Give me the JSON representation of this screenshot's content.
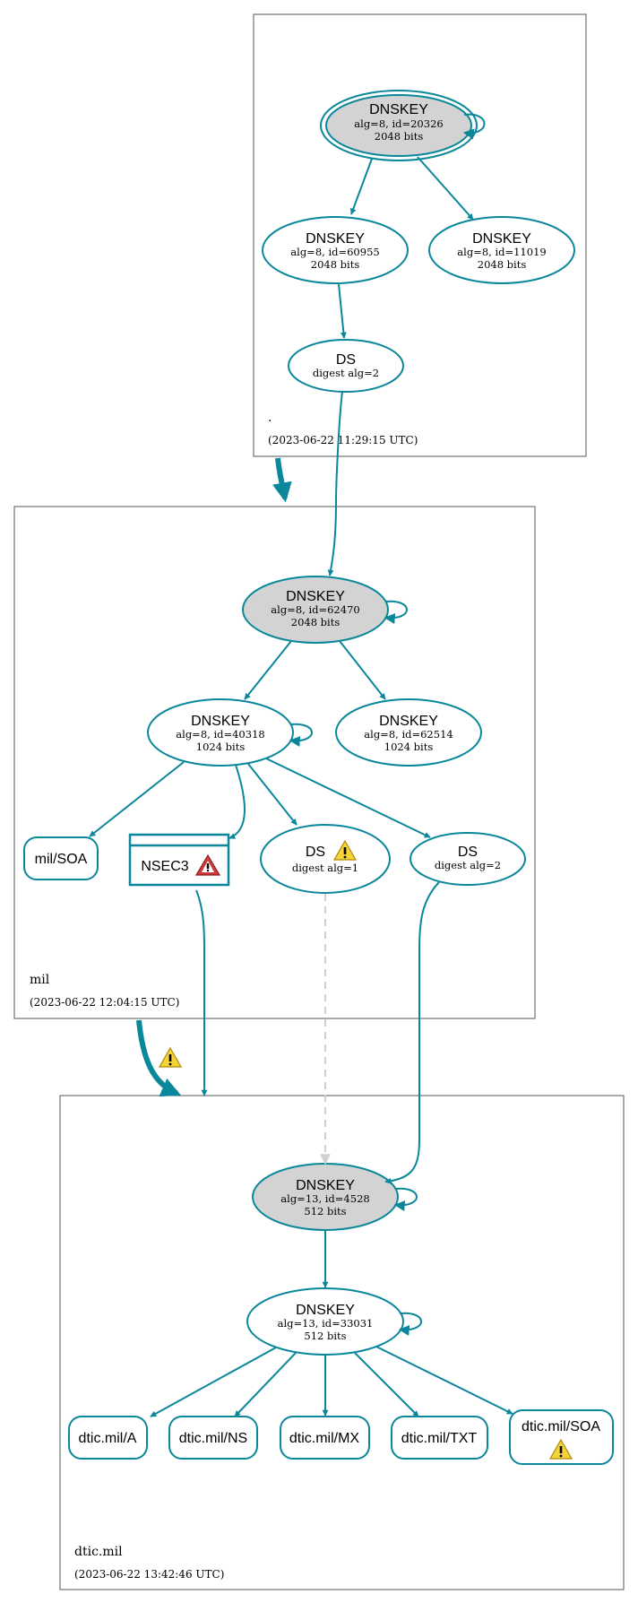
{
  "zones": {
    "root": {
      "name": ".",
      "timestamp": "(2023-06-22 11:29:15 UTC)"
    },
    "mil": {
      "name": "mil",
      "timestamp": "(2023-06-22 12:04:15 UTC)"
    },
    "dtic": {
      "name": "dtic.mil",
      "timestamp": "(2023-06-22 13:42:46 UTC)"
    }
  },
  "nodes": {
    "root_ksk": {
      "title": "DNSKEY",
      "line1": "alg=8, id=20326",
      "line2": "2048 bits"
    },
    "root_zsk1": {
      "title": "DNSKEY",
      "line1": "alg=8, id=60955",
      "line2": "2048 bits"
    },
    "root_zsk2": {
      "title": "DNSKEY",
      "line1": "alg=8, id=11019",
      "line2": "2048 bits"
    },
    "root_ds": {
      "title": "DS",
      "line1": "digest alg=2"
    },
    "mil_ksk": {
      "title": "DNSKEY",
      "line1": "alg=8, id=62470",
      "line2": "2048 bits"
    },
    "mil_zsk1": {
      "title": "DNSKEY",
      "line1": "alg=8, id=40318",
      "line2": "1024 bits"
    },
    "mil_zsk2": {
      "title": "DNSKEY",
      "line1": "alg=8, id=62514",
      "line2": "1024 bits"
    },
    "mil_soa": {
      "label": "mil/SOA"
    },
    "mil_nsec3": {
      "label": "NSEC3"
    },
    "mil_ds1": {
      "title": "DS",
      "line1": "digest alg=1"
    },
    "mil_ds2": {
      "title": "DS",
      "line1": "digest alg=2"
    },
    "dtic_ksk": {
      "title": "DNSKEY",
      "line1": "alg=13, id=4528",
      "line2": "512 bits"
    },
    "dtic_zsk": {
      "title": "DNSKEY",
      "line1": "alg=13, id=33031",
      "line2": "512 bits"
    },
    "dtic_a": {
      "label": "dtic.mil/A"
    },
    "dtic_ns": {
      "label": "dtic.mil/NS"
    },
    "dtic_mx": {
      "label": "dtic.mil/MX"
    },
    "dtic_txt": {
      "label": "dtic.mil/TXT"
    },
    "dtic_soa": {
      "label": "dtic.mil/SOA"
    }
  },
  "icons": {
    "warning": "warning-triangle-icon",
    "error": "error-triangle-icon"
  },
  "colors": {
    "edge": "#0a879a",
    "key_fill": "#d3d3d3",
    "warning": "#f5d33d",
    "error": "#d03a3a",
    "dashed": "#d0d0d0"
  }
}
